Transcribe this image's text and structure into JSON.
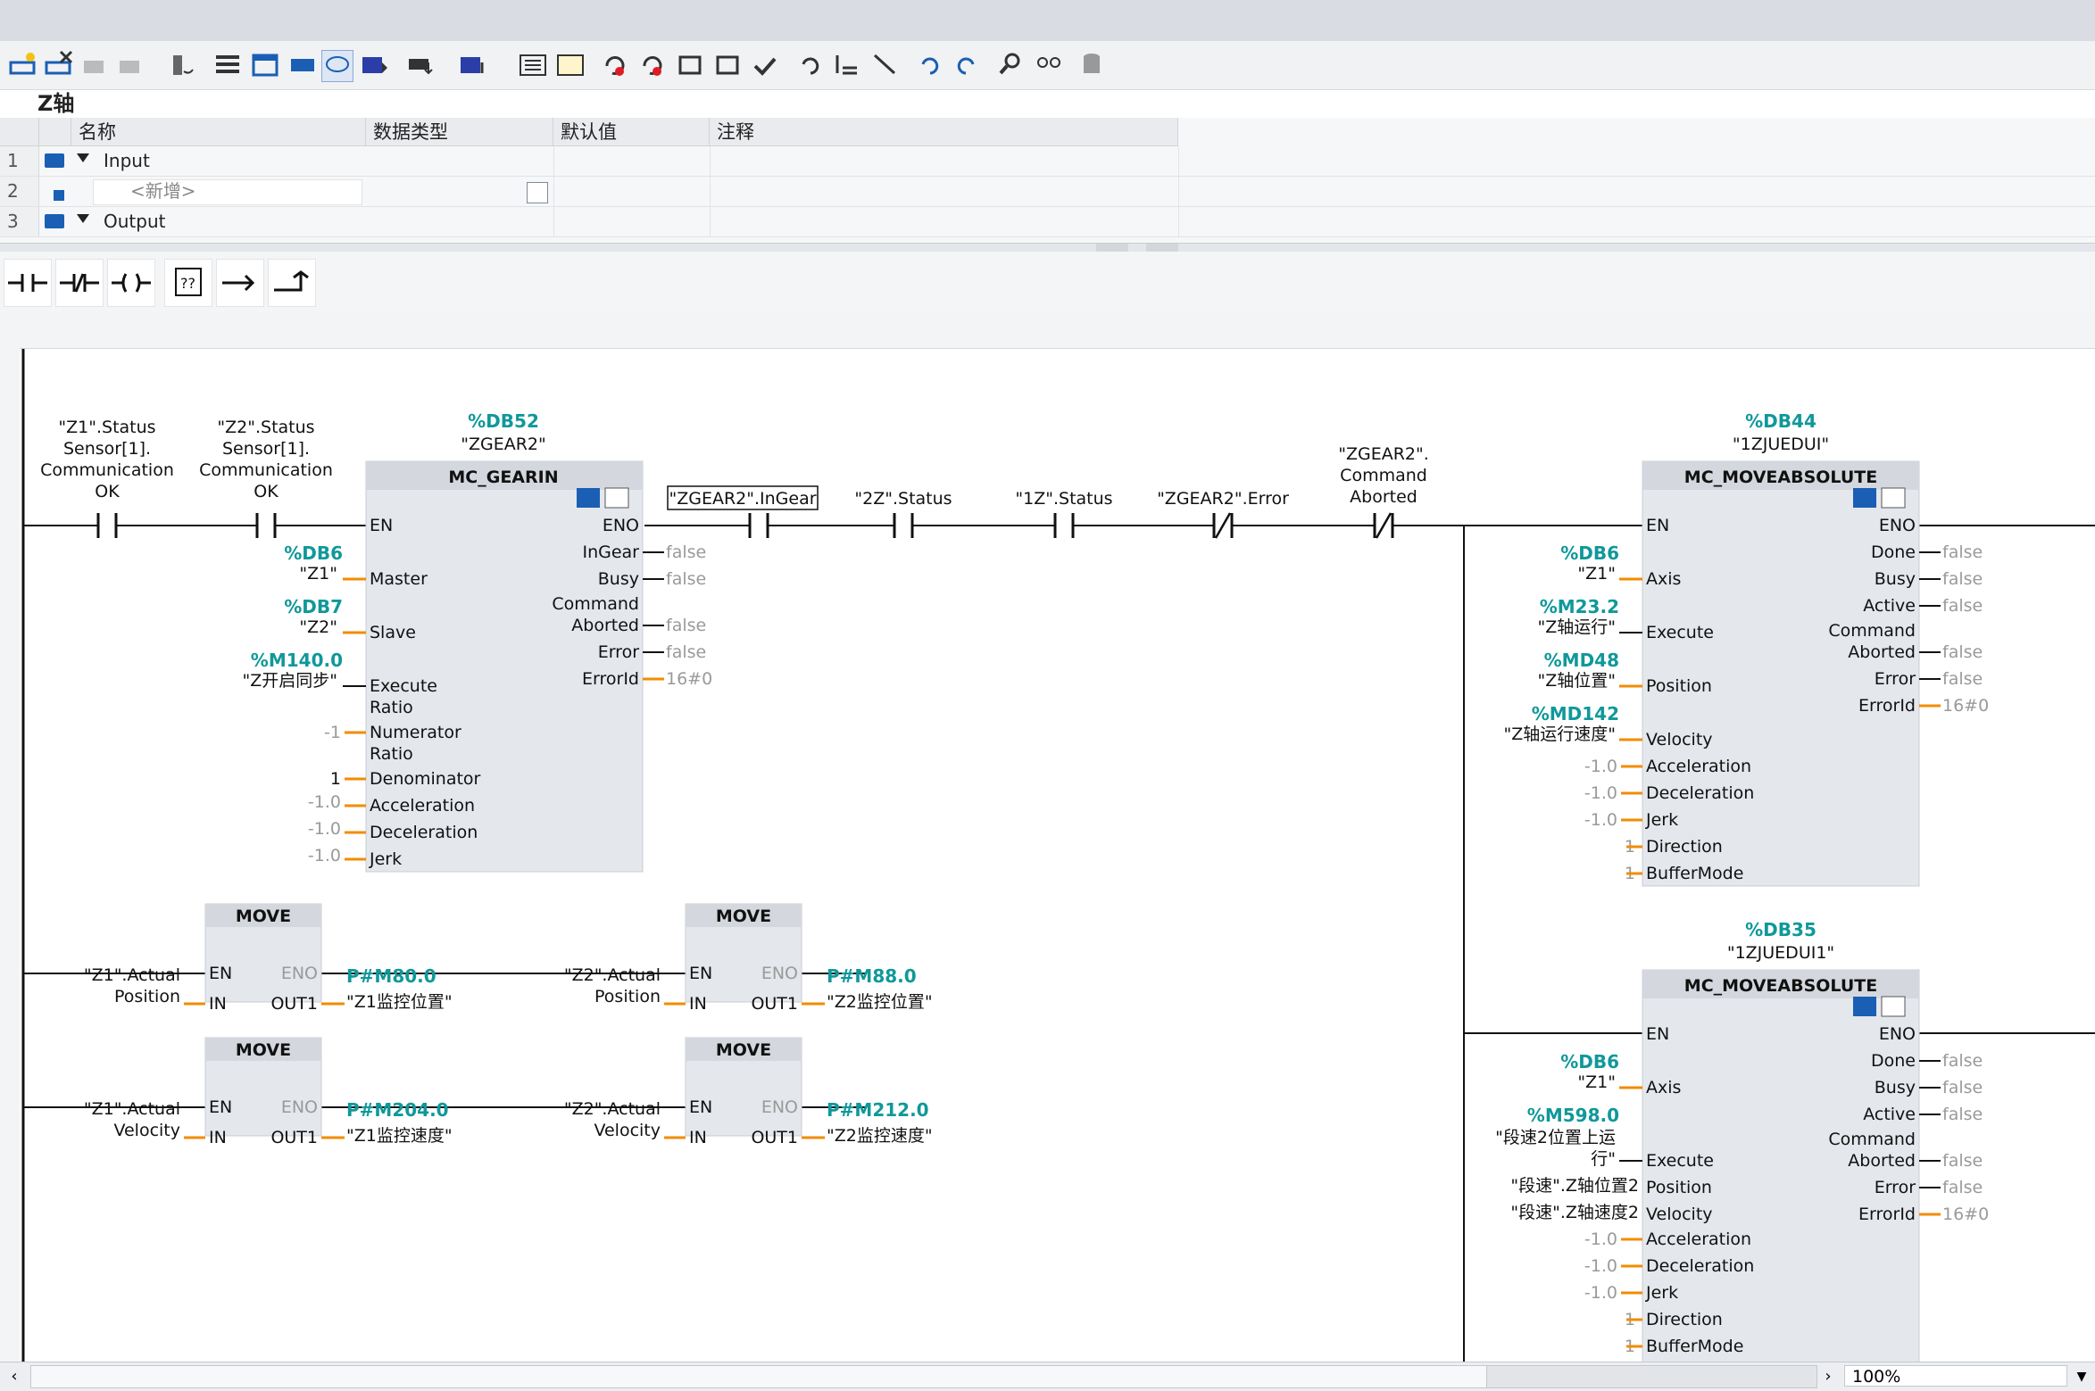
{
  "block_title": "Z轴",
  "interface": {
    "headers": [
      "名称",
      "数据类型",
      "默认值",
      "注释"
    ],
    "rows": [
      {
        "num": "1",
        "name": "Input"
      },
      {
        "num": "2",
        "name": "<新增>"
      },
      {
        "num": "3",
        "name": "Output"
      }
    ]
  },
  "zoom": "100%",
  "network": {
    "contact1": {
      "l1": "\"Z1\".Status",
      "l2": "Sensor[1].",
      "l3": "Communication",
      "l4": "OK"
    },
    "contact2": {
      "l1": "\"Z2\".Status",
      "l2": "Sensor[1].",
      "l3": "Communication",
      "l4": "OK"
    },
    "gearin": {
      "db": "%DB52",
      "instance": "\"ZGEAR2\"",
      "type": "MC_GEARIN",
      "en": "EN",
      "eno": "ENO",
      "master_addr": "%DB6",
      "master_tag": "\"Z1\"",
      "master": "Master",
      "slave_addr": "%DB7",
      "slave_tag": "\"Z2\"",
      "slave": "Slave",
      "exec_addr": "%M140.0",
      "exec_tag": "\"Z开启同步\"",
      "execute": "Execute",
      "ratio1": "Ratio",
      "numerator": "Numerator",
      "num_val": "-1",
      "ratio2": "Ratio",
      "denominator": "Denominator",
      "den_val": "1",
      "acc": "Acceleration",
      "acc_val": "-1.0",
      "dec": "Deceleration",
      "dec_val": "-1.0",
      "jerk": "Jerk",
      "jerk_val": "-1.0",
      "ingear": "InGear",
      "busy": "Busy",
      "cmd1": "Command",
      "aborted": "Aborted",
      "error": "Error",
      "errorid": "ErrorId",
      "false": "false",
      "zero": "16#0"
    },
    "contact3": "\"ZGEAR2\".InGear",
    "contact4": "\"2Z\".Status",
    "contact5": "\"1Z\".Status",
    "contact6": "\"ZGEAR2\".Error",
    "contact7": {
      "l1": "\"ZGEAR2\".",
      "l2": "Command",
      "l3": "Aborted"
    },
    "move1": {
      "title": "MOVE",
      "en": "EN",
      "eno": "ENO",
      "in": "IN",
      "out": "OUT1",
      "src1": "\"Z1\".Actual",
      "src2": "Position",
      "dst_addr": "P#M80.0",
      "dst": "\"Z1监控位置\""
    },
    "move2": {
      "title": "MOVE",
      "en": "EN",
      "eno": "ENO",
      "in": "IN",
      "out": "OUT1",
      "src1": "\"Z2\".Actual",
      "src2": "Position",
      "dst_addr": "P#M88.0",
      "dst": "\"Z2监控位置\""
    },
    "move3": {
      "title": "MOVE",
      "en": "EN",
      "eno": "ENO",
      "in": "IN",
      "out": "OUT1",
      "src1": "\"Z1\".Actual",
      "src2": "Velocity",
      "dst_addr": "P#M204.0",
      "dst": "\"Z1监控速度\""
    },
    "move4": {
      "title": "MOVE",
      "en": "EN",
      "eno": "ENO",
      "in": "IN",
      "out": "OUT1",
      "src1": "\"Z2\".Actual",
      "src2": "Velocity",
      "dst_addr": "P#M212.0",
      "dst": "\"Z2监控速度\""
    },
    "ma1": {
      "db": "%DB44",
      "instance": "\"1ZJUEDUI\"",
      "type": "MC_MOVEABSOLUTE",
      "en": "EN",
      "eno": "ENO",
      "axis_addr": "%DB6",
      "axis_tag": "\"Z1\"",
      "axis": "Axis",
      "exec_addr": "%M23.2",
      "exec_tag": "\"Z轴运行\"",
      "execute": "Execute",
      "pos_addr": "%MD48",
      "pos_tag": "\"Z轴位置\"",
      "position": "Position",
      "vel_addr": "%MD142",
      "vel_tag": "\"Z轴运行速度\"",
      "velocity": "Velocity",
      "acc": "Acceleration",
      "acc_val": "-1.0",
      "dec": "Deceleration",
      "dec_val": "-1.0",
      "jerk": "Jerk",
      "jerk_val": "-1.0",
      "dir": "Direction",
      "dir_val": "1",
      "buf": "BufferMode",
      "buf_val": "1",
      "done": "Done",
      "busy": "Busy",
      "active": "Active",
      "cmd1": "Command",
      "aborted": "Aborted",
      "error": "Error",
      "errorid": "ErrorId",
      "false": "false",
      "zero": "16#0"
    },
    "ma2": {
      "db": "%DB35",
      "instance": "\"1ZJUEDUI1\"",
      "type": "MC_MOVEABSOLUTE",
      "en": "EN",
      "eno": "ENO",
      "axis_addr": "%DB6",
      "axis_tag": "\"Z1\"",
      "axis": "Axis",
      "exec_addr": "%M598.0",
      "exec_tag1": "\"段速2位置上运",
      "exec_tag2": "行\"",
      "execute": "Execute",
      "pos_tag": "\"段速\".Z轴位置2",
      "position": "Position",
      "vel_tag": "\"段速\".Z轴速度2",
      "velocity": "Velocity",
      "acc": "Acceleration",
      "acc_val": "-1.0",
      "dec": "Deceleration",
      "dec_val": "-1.0",
      "jerk": "Jerk",
      "jerk_val": "-1.0",
      "dir": "Direction",
      "dir_val": "1",
      "buf": "BufferMode",
      "buf_val": "1",
      "done": "Done",
      "busy": "Busy",
      "active": "Active",
      "cmd1": "Command",
      "aborted": "Aborted",
      "error": "Error",
      "errorid": "ErrorId",
      "false": "false",
      "zero": "16#0"
    }
  }
}
